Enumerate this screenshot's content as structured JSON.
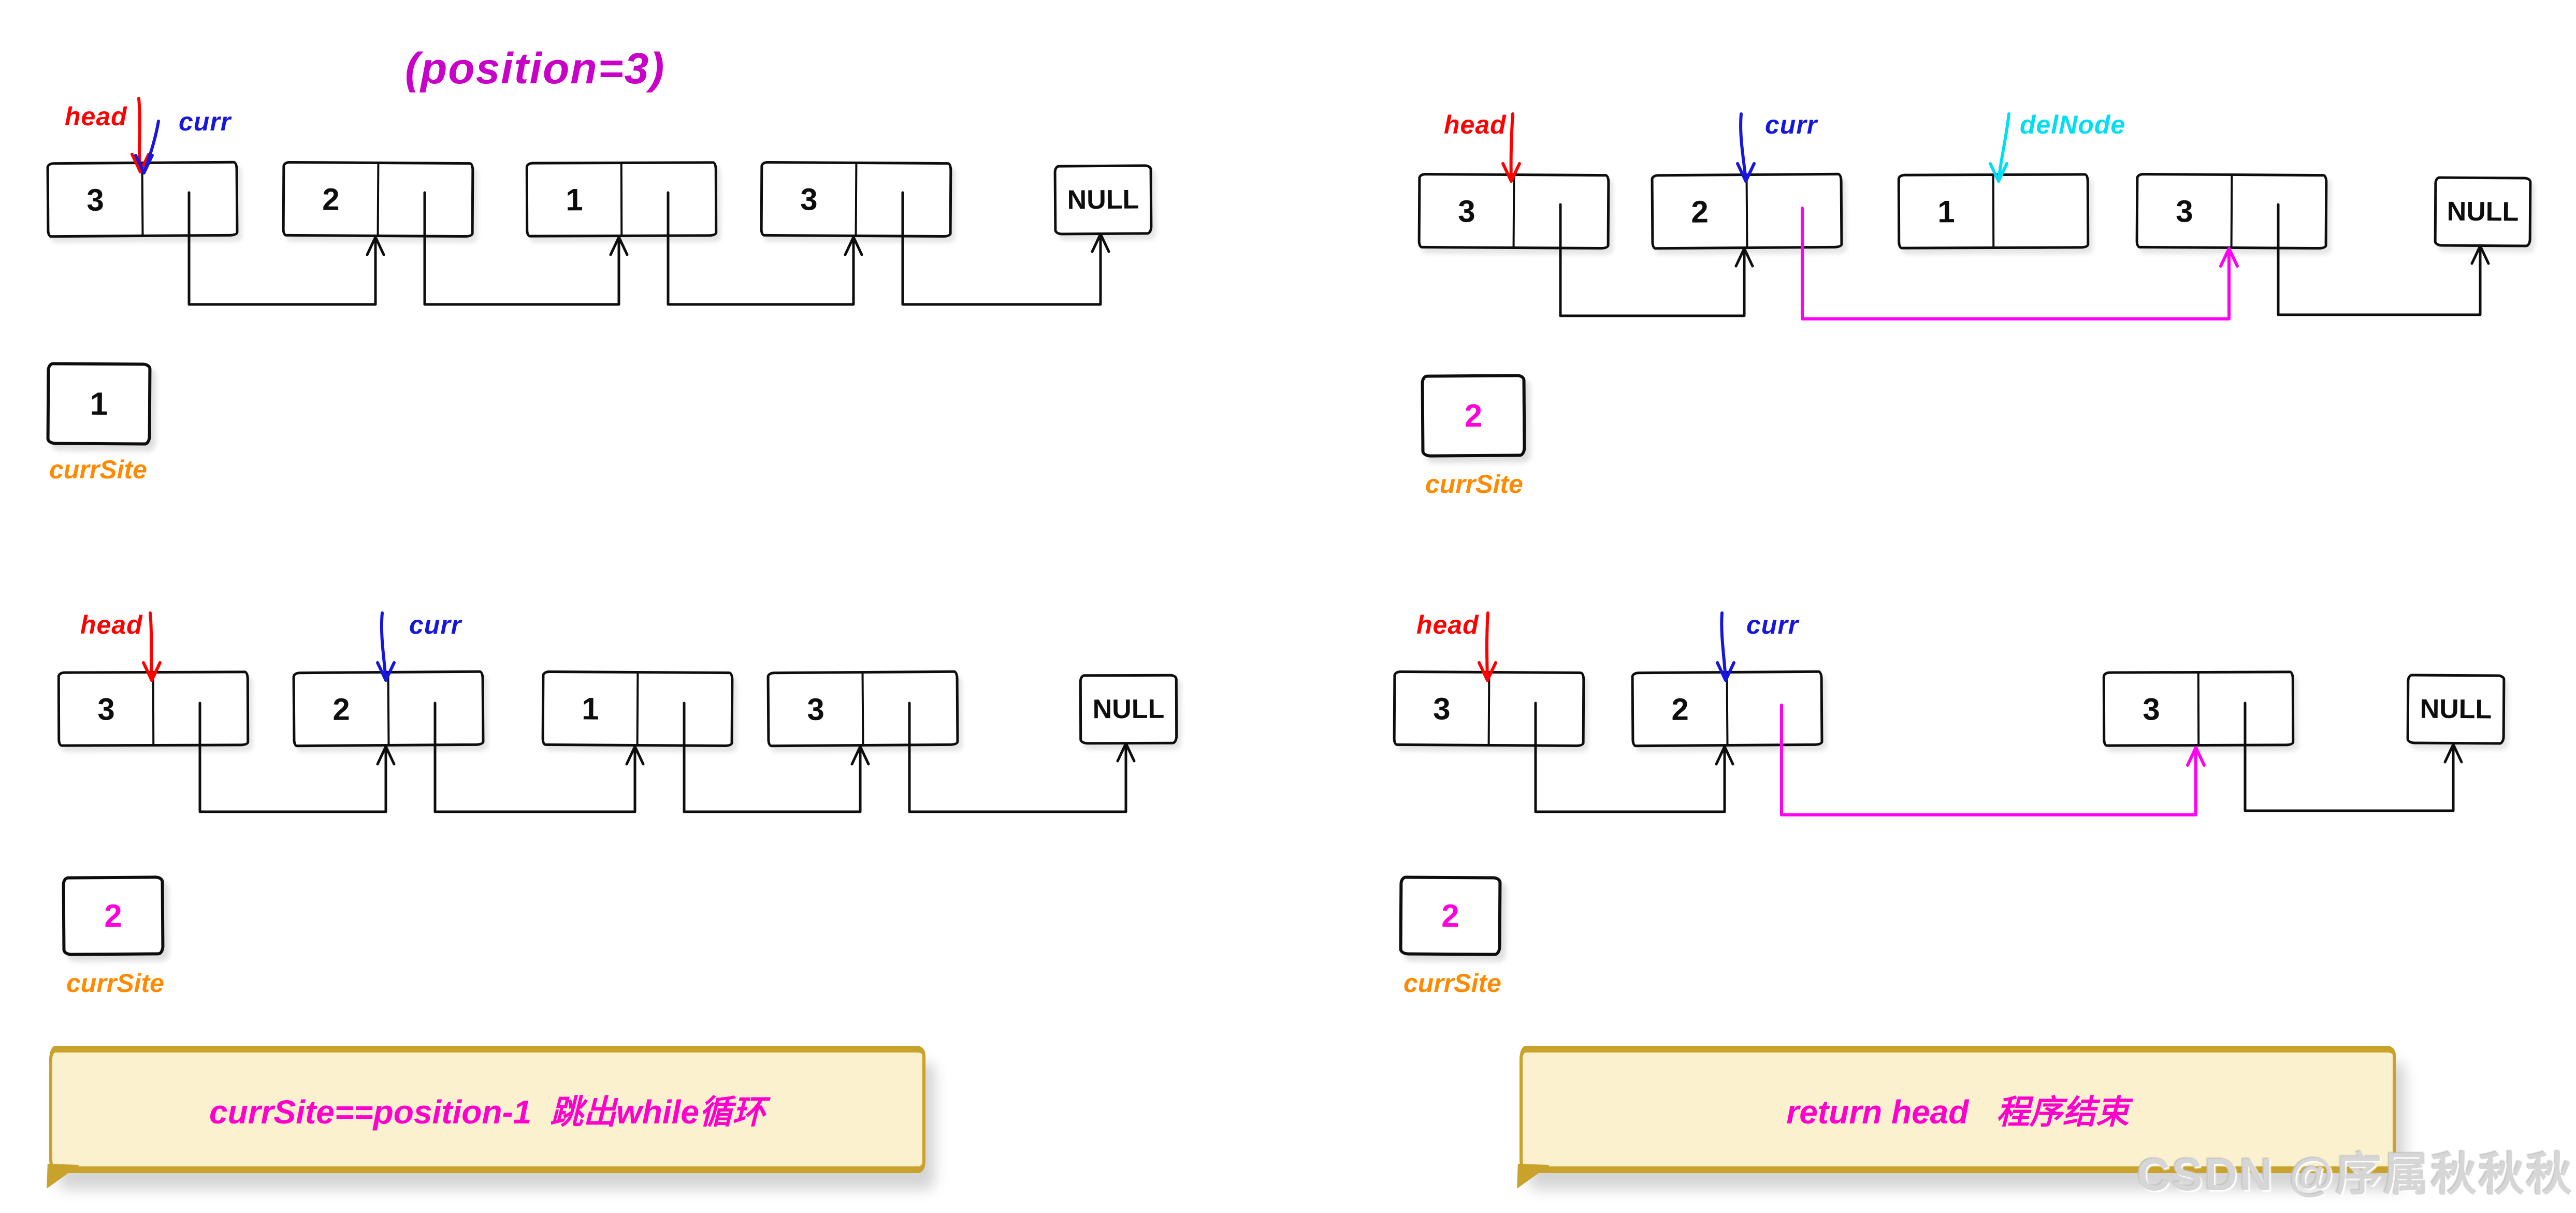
{
  "title": "(position=3)",
  "labels": {
    "head": "head",
    "curr": "curr",
    "delnode": "delNode",
    "currsite": "currSite",
    "null": "NULL"
  },
  "captions": {
    "left": "currSite==position-1  跳出while循环",
    "right": "return head   程序结束"
  },
  "watermark": "CSDN @序属秋秋秋",
  "quadrants": {
    "tl": {
      "nodes": [
        "3",
        "2",
        "1",
        "3"
      ],
      "currsite": "1"
    },
    "tr": {
      "nodes": [
        "3",
        "2",
        "1",
        "3"
      ],
      "currsite": "2"
    },
    "bl": {
      "nodes": [
        "3",
        "2",
        "1",
        "3"
      ],
      "currsite": "2"
    },
    "br": {
      "nodes": [
        "3",
        "2",
        "3"
      ],
      "currsite": "2"
    }
  },
  "colors": {
    "black": "#0d0d0d",
    "head": "#ff0000",
    "curr": "#1616dd",
    "delnode": "#00dff2",
    "magenta": "#ff00f2",
    "title": "#c800c8",
    "caption": "#ff00cc",
    "currsite_label": "#ff8a00",
    "currsite_value": "#ff00dd",
    "note_bg": "#fbf1cf",
    "note_border": "#c9a22b",
    "watermark": "#d6d6d6"
  }
}
